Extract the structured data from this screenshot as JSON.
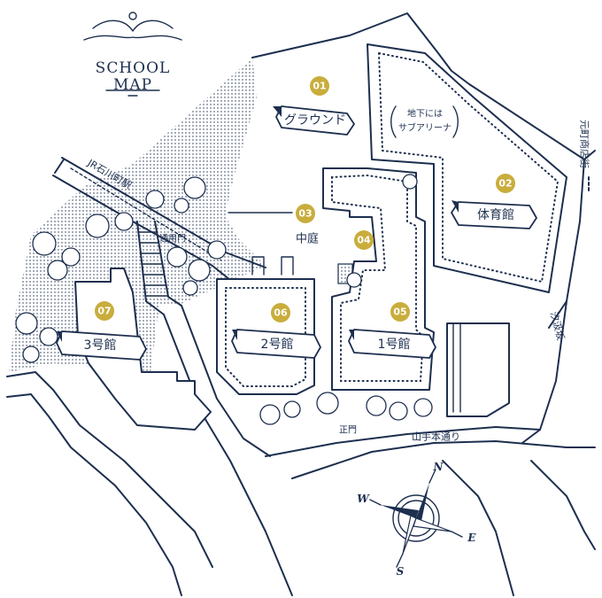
{
  "title": {
    "line1": "SCHOOL",
    "line2": "MAP"
  },
  "markers": [
    {
      "number": "01",
      "label": "グラウンド"
    },
    {
      "number": "02",
      "label": "体育館"
    },
    {
      "number": "03",
      "label": "中庭"
    },
    {
      "number": "04",
      "label": ""
    },
    {
      "number": "05",
      "label": "1号館"
    },
    {
      "number": "06",
      "label": "2号館"
    },
    {
      "number": "07",
      "label": "3号館"
    }
  ],
  "underground_note": {
    "line1": "地下には",
    "line2": "サブアリーナ"
  },
  "streets": {
    "jr_station": "JR石川町駅",
    "motomachi": "元町商店街",
    "shiomizaka": "汐汲坂",
    "yamate": "山手本通り"
  },
  "gates": {
    "side_gate": "通用門",
    "main_gate": "正門"
  },
  "compass": {
    "north": "N",
    "south": "S",
    "east": "E",
    "west": "W"
  },
  "colors": {
    "ink": "#1d2f4f",
    "marker": "#c9ad3c",
    "background": "#ffffff"
  }
}
